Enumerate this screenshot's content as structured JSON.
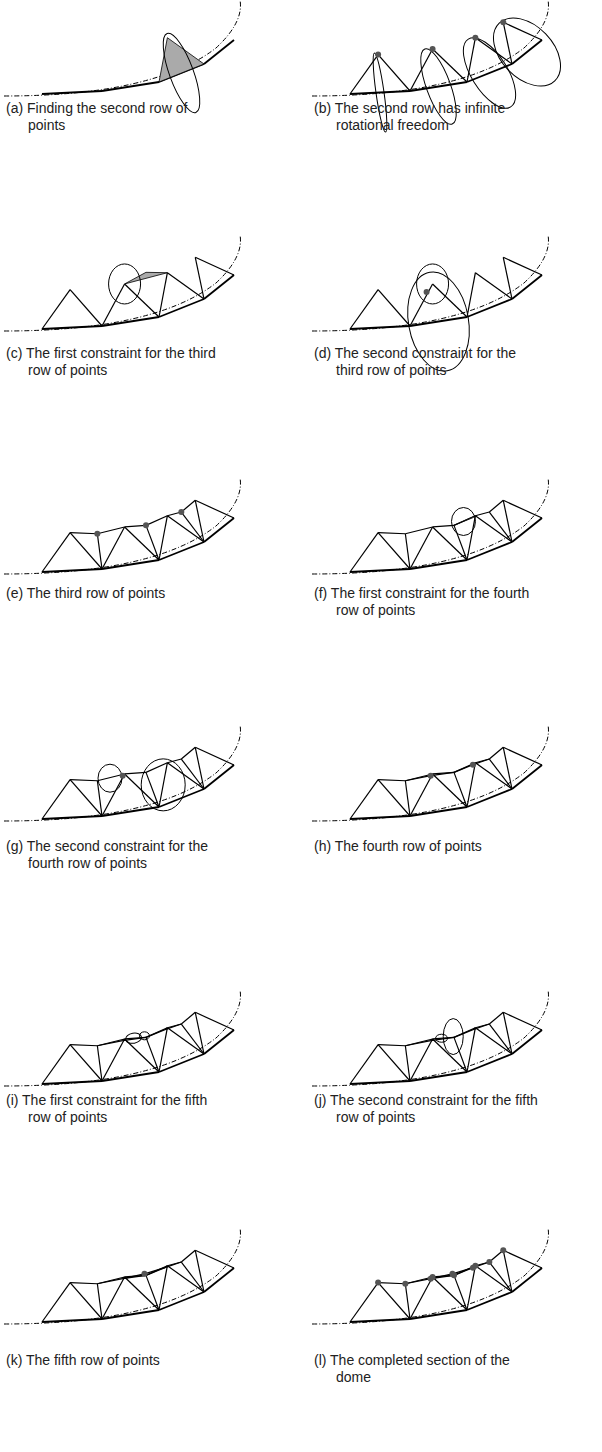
{
  "diagram": {
    "labels": [
      "(a) Finding the second row of points",
      "(b) The second row has infinite rotational freedom",
      "(c) The first constraint for the third row of points",
      "(d) The second constraint for the third row of points",
      "(e) The third row of points",
      "(f) The first constraint for the fourth row of points",
      "(g) The second constraint for the fourth row of points",
      "(h) The fourth row of points",
      "(i) The first constraint for the fifth row of points",
      "(j) The second constraint for the fifth row of points",
      "(k) The fifth row of points",
      "(l) The completed section of the dome"
    ]
  }
}
